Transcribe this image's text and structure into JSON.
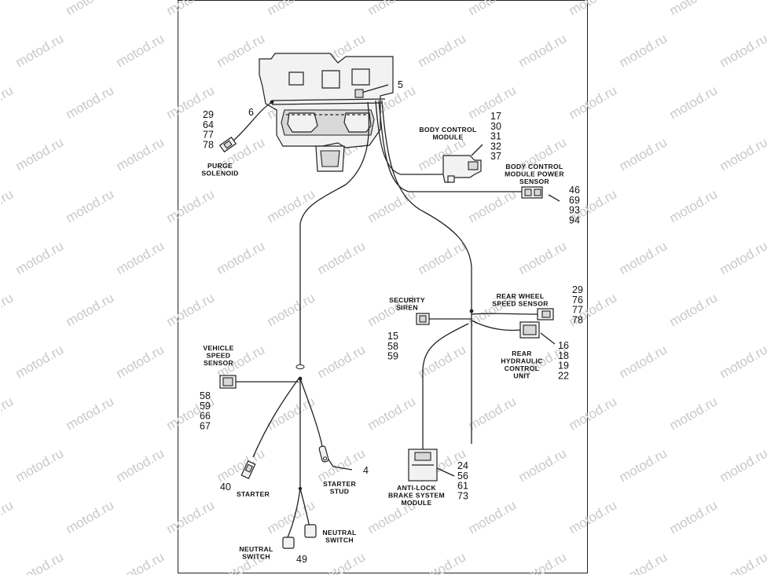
{
  "watermark": "motod.ru",
  "labels": {
    "purge": [
      "PURGE",
      "SOLENOID"
    ],
    "bcm": [
      "BODY CONTROL",
      "MODULE"
    ],
    "bcm_power": [
      "BODY CONTROL",
      "MODULE POWER",
      "SENSOR"
    ],
    "security": [
      "SECURITY",
      "SIREN"
    ],
    "rear_wheel": [
      "REAR WHEEL",
      "SPEED SENSOR"
    ],
    "rear_hcu": [
      "REAR",
      "HYDRAULIC",
      "CONTROL",
      "UNIT"
    ],
    "vss": [
      "VEHICLE",
      "SPEED",
      "SENSOR"
    ],
    "starter": [
      "STARTER"
    ],
    "starter_stud": [
      "STARTER",
      "STUD"
    ],
    "abs": [
      "ANTI-LOCK",
      "BRAKE SYSTEM",
      "MODULE"
    ],
    "neutral_left": [
      "NEUTRAL",
      "SWITCH"
    ],
    "neutral_right": [
      "NEUTRAL",
      "SWITCH"
    ]
  },
  "refs": {
    "purge": [
      "29",
      "64",
      "77",
      "78"
    ],
    "item6": [
      "6"
    ],
    "item5": [
      "5"
    ],
    "bcm": [
      "17",
      "30",
      "31",
      "32",
      "37"
    ],
    "bcm_power": [
      "46",
      "69",
      "93",
      "94"
    ],
    "rear_wheel": [
      "29",
      "76",
      "77",
      "78"
    ],
    "security": [
      "15",
      "58",
      "59"
    ],
    "rear_hcu": [
      "16",
      "18",
      "19",
      "22"
    ],
    "vss": [
      "58",
      "59",
      "66",
      "67"
    ],
    "starter": [
      "40"
    ],
    "starter_stud": [
      "4"
    ],
    "abs": [
      "24",
      "56",
      "61",
      "73"
    ],
    "neutral": [
      "49"
    ]
  }
}
